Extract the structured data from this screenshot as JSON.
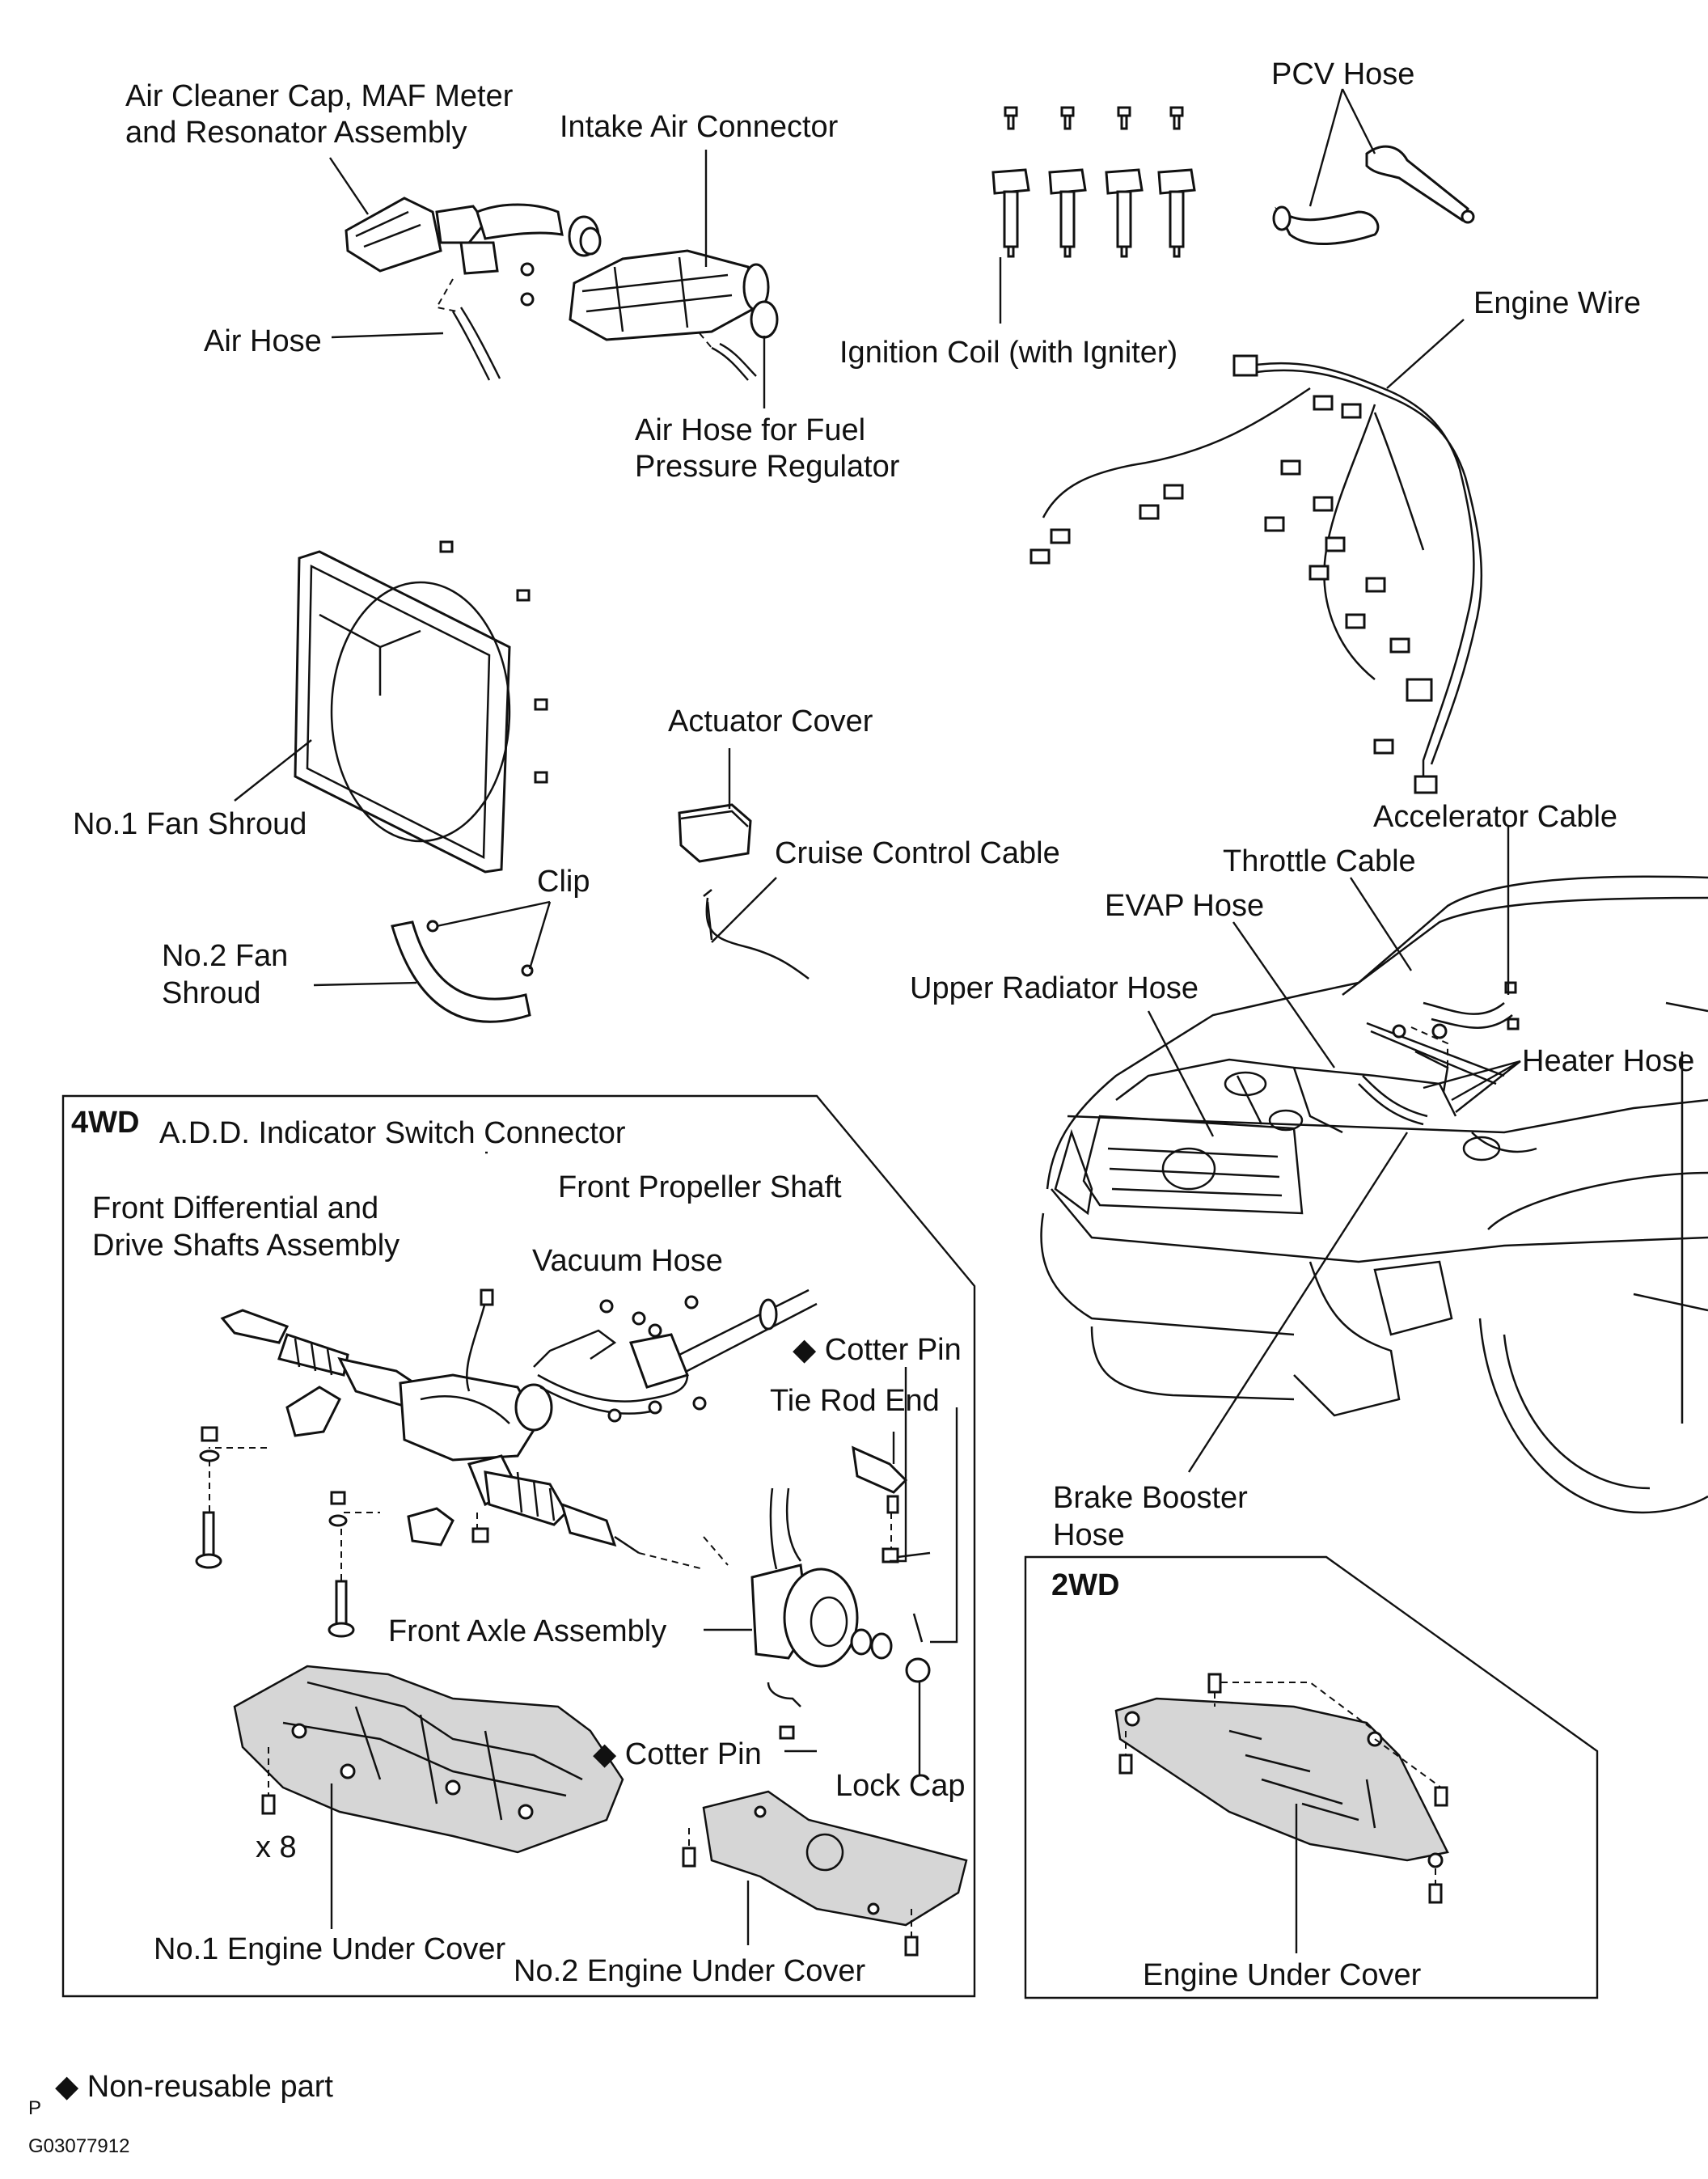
{
  "labels": {
    "air_cleaner_l1": "Air Cleaner Cap, MAF Meter",
    "air_cleaner_l2": "and Resonator Assembly",
    "intake_air_connector": "Intake Air Connector",
    "pcv_hose": "PCV Hose",
    "engine_wire": "Engine Wire",
    "air_hose": "Air Hose",
    "ignition_coil": "Ignition Coil (with Igniter)",
    "air_hose_fuel_l1": "Air Hose for Fuel",
    "air_hose_fuel_l2": "Pressure Regulator",
    "actuator_cover": "Actuator Cover",
    "no1_fan_shroud": "No.1 Fan Shroud",
    "cruise_control_cable": "Cruise Control Cable",
    "accelerator_cable": "Accelerator Cable",
    "throttle_cable": "Throttle Cable",
    "clip": "Clip",
    "evap_hose": "EVAP Hose",
    "no2_fan_shroud_l1": "No.2 Fan",
    "no2_fan_shroud_l2": "Shroud",
    "upper_radiator_hose": "Upper Radiator Hose",
    "heater_hose": "Heater Hose",
    "brake_booster_l1": "Brake Booster",
    "brake_booster_l2": "Hose"
  },
  "box_4wd": {
    "tag": "4WD",
    "add_connector": "A.D.D. Indicator Switch Connector",
    "front_prop_shaft": "Front Propeller Shaft",
    "front_diff_l1": "Front Differential and",
    "front_diff_l2": "Drive Shafts Assembly",
    "vacuum_hose": "Vacuum Hose",
    "cotter_pin_1": "Cotter Pin",
    "tie_rod_end": "Tie Rod End",
    "front_axle": "Front Axle Assembly",
    "cotter_pin_2": "Cotter Pin",
    "lock_cap": "Lock Cap",
    "x8": "x 8",
    "no1_under_cover": "No.1 Engine Under Cover",
    "no2_under_cover": "No.2 Engine Under Cover"
  },
  "box_2wd": {
    "tag": "2WD",
    "engine_under_cover": "Engine Under Cover"
  },
  "legend": {
    "symbol": "◆",
    "text": "Non-reusable part"
  },
  "footer": {
    "p_mark": "P",
    "figure_id": "G03077912"
  }
}
